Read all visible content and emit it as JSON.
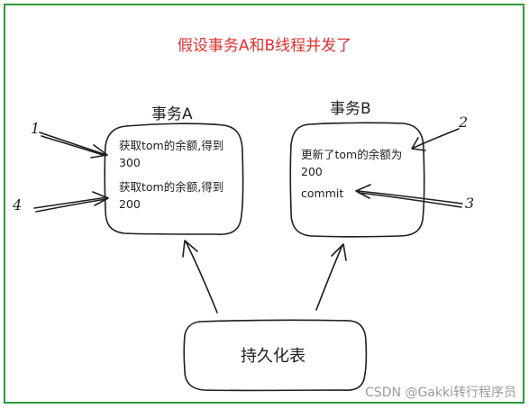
{
  "diagram": {
    "title": "假设事务A和B线程并发了",
    "transaction_a": {
      "name": "事务A",
      "read_1": "获取tom的余额,得到300",
      "read_2": "获取tom的余额,得到200"
    },
    "transaction_b": {
      "name": "事务B",
      "update": "更新了tom的余额为200",
      "commit": "commit"
    },
    "storage": "持久化表",
    "step_labels": [
      "1",
      "2",
      "3",
      "4"
    ]
  },
  "watermark": "CSDN @Gakki转行程序员",
  "colors": {
    "frame": "#2e9a3a",
    "title": "#e03131",
    "stroke": "#1e1e1e",
    "watermark": "#9a9a9a"
  }
}
